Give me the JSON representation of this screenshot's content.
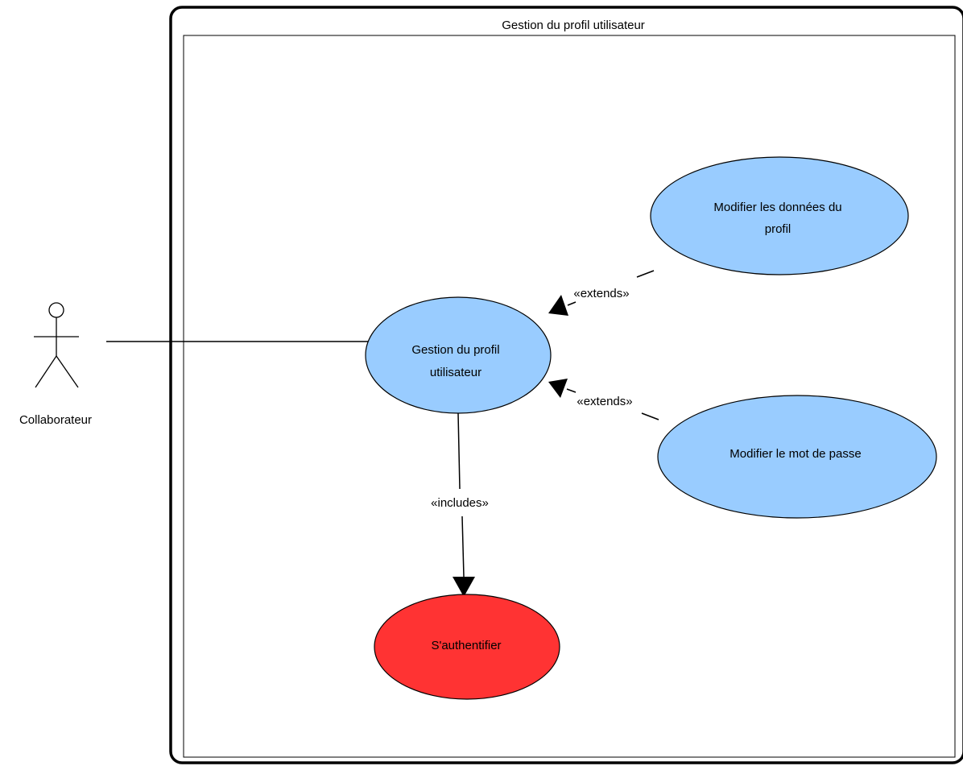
{
  "system": {
    "title": "Gestion du profil utilisateur"
  },
  "actor": {
    "name": "Collaborateur"
  },
  "use_cases": {
    "main": {
      "line1": "Gestion du profil",
      "line2": "utilisateur",
      "color": "#99CCFF"
    },
    "modify_data": {
      "line1": "Modifier les données du",
      "line2": "profil",
      "color": "#99CCFF"
    },
    "modify_password": {
      "label": "Modifier le mot de passe",
      "color": "#99CCFF"
    },
    "authenticate": {
      "label": "S'authentifier",
      "color": "#FF3333"
    }
  },
  "relations": {
    "extends_data": "«extends»",
    "extends_password": "«extends»",
    "includes": "«includes»"
  }
}
